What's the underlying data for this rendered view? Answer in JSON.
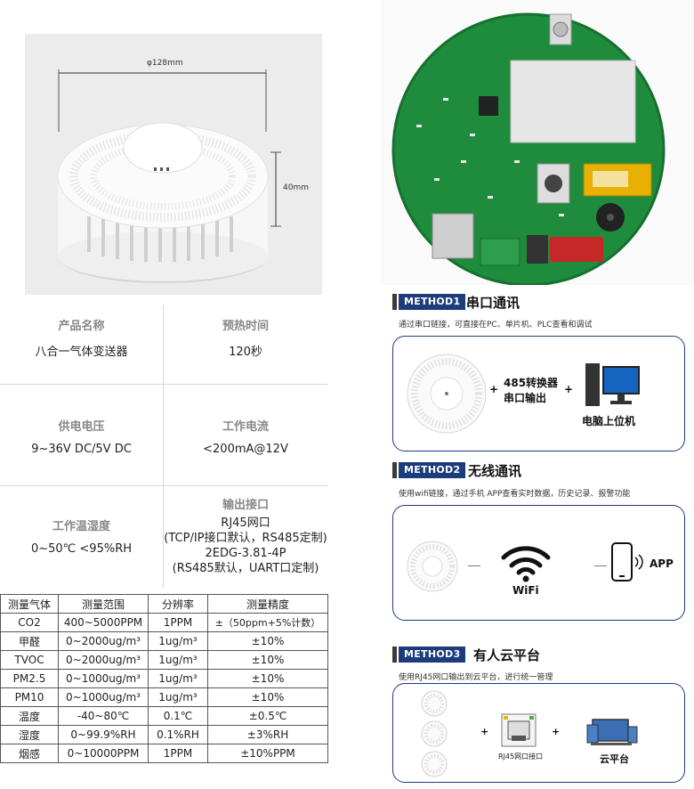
{
  "photo": {
    "width_label": "φ128mm",
    "height_label": "40mm"
  },
  "specs": {
    "product_name_label": "产品名称",
    "product_name": "八合一气体变送器",
    "preheat_label": "预热时间",
    "preheat": "120秒",
    "power_label": "供电电压",
    "power": "9~36V DC/5V DC",
    "current_label": "工作电流",
    "current": "<200mA@12V",
    "env_label": "工作温湿度",
    "env": "0~50℃ <95%RH",
    "output_label": "输出接口",
    "output_lines": [
      "RJ45网口",
      "(TCP/IP接口默认，RS485定制)",
      "2EDG-3.81-4P",
      "(RS485默认，UART口定制)"
    ]
  },
  "table": {
    "headers": [
      "测量气体",
      "测量范围",
      "分辨率",
      "测量精度"
    ],
    "rows": [
      [
        "CO2",
        "400~5000PPM",
        "1PPM",
        "±（50ppm+5%计数）"
      ],
      [
        "甲醛",
        "0~2000ug/m³",
        "1ug/m³",
        "±10%"
      ],
      [
        "TVOC",
        "0~2000ug/m³",
        "1ug/m³",
        "±10%"
      ],
      [
        "PM2.5",
        "0~1000ug/m³",
        "1ug/m³",
        "±10%"
      ],
      [
        "PM10",
        "0~1000ug/m³",
        "1ug/m³",
        "±10%"
      ],
      [
        "温度",
        "-40~80℃",
        "0.1℃",
        "±0.5℃"
      ],
      [
        "湿度",
        "0~99.9%RH",
        "0.1%RH",
        "±3%RH"
      ],
      [
        "烟感",
        "0~10000PPM",
        "1PPM",
        "±10%PPM"
      ]
    ]
  },
  "methods": [
    {
      "badge": "METHOD1",
      "title": "串口通讯",
      "desc": "通过串口链接，可直接在PC、单片机、PLC查看和调试",
      "converter": [
        "485转换器",
        "串口输出"
      ],
      "target": "电脑上位机"
    },
    {
      "badge": "METHOD2",
      "title": "无线通讯",
      "desc": "使用wifi链接，通过手机 APP查看实时数据，历史记录、报警功能",
      "wifi": "WiFi",
      "target": "APP"
    },
    {
      "badge": "METHOD3",
      "title": "有人云平台",
      "desc": "使用RJ45网口输出到云平台，进行统一管理",
      "port": "RJ45网口接口",
      "target": "云平台"
    }
  ],
  "colors": {
    "navy": "#1d3c7c",
    "pcb_green": "#1e8c3c",
    "box_border": "#1f3b7a"
  }
}
